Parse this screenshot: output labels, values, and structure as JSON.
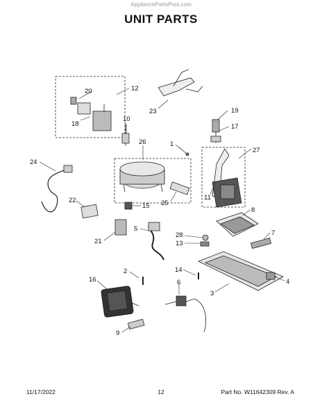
{
  "watermark": "AppliancePartsPros.com",
  "title": "UNIT PARTS",
  "callouts": [
    "20",
    "12",
    "18",
    "10",
    "23",
    "19",
    "17",
    "1",
    "26",
    "27",
    "24",
    "11",
    "22",
    "25",
    "15",
    "8",
    "5",
    "7",
    "21",
    "28",
    "13",
    "2",
    "14",
    "4",
    "16",
    "6",
    "3",
    "9"
  ],
  "footer": {
    "date": "11/17/2022",
    "page": "12",
    "part": "Part No. W11642309  Rev. A"
  }
}
